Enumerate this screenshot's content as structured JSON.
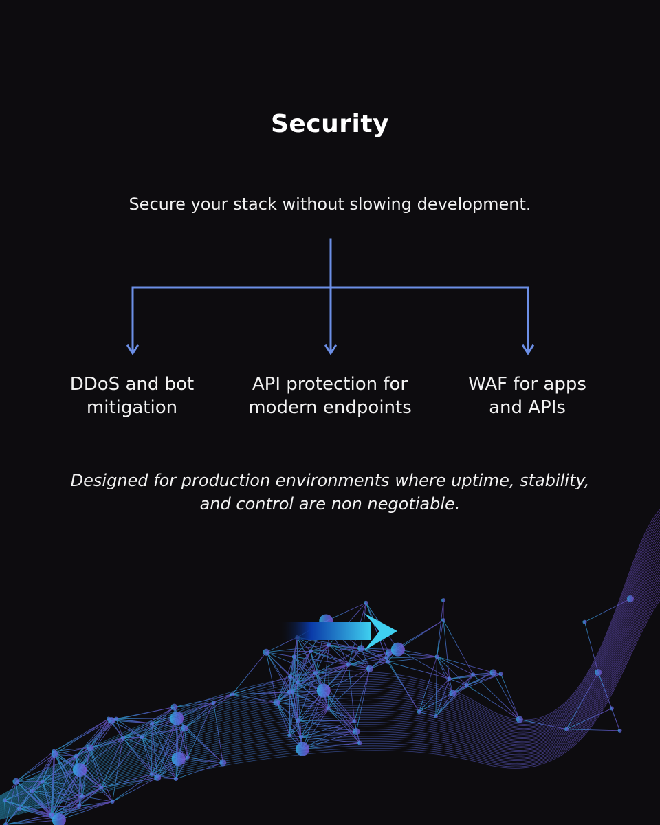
{
  "header": {
    "title": "Security",
    "subtitle": "Secure your stack without slowing development."
  },
  "diagram": {
    "branches": [
      {
        "label": "DDoS and bot\nmitigation"
      },
      {
        "label": "API protection for\nmodern endpoints"
      },
      {
        "label": "WAF for apps\nand APIs"
      }
    ]
  },
  "footer": {
    "note": "Designed for production environments where uptime, stability,\nand control are non negotiable."
  },
  "colors": {
    "background": "#0d0c0f",
    "connector": "#6c8fe6",
    "arrow_start": "#0a2a8c",
    "arrow_end": "#39c6ee",
    "network_cyan": "#2fb6e6",
    "network_purple": "#7a55d6"
  },
  "icons": {
    "arrow": "arrow-right-icon"
  }
}
